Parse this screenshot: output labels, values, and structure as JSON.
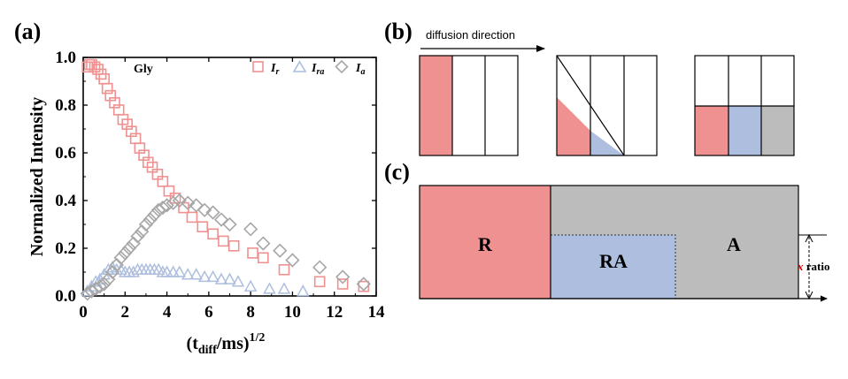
{
  "colors": {
    "r": "#ee9190",
    "ra": "#adbedf",
    "a": "#bcbcbc",
    "a_marker": "#a7a7a7",
    "dark": "#000000"
  },
  "panel_a": {
    "label": "(a)",
    "sample": "Gly",
    "legend": [
      {
        "main": "I",
        "sub": "r",
        "symbol": "square",
        "color_key": "r"
      },
      {
        "main": "I",
        "sub": "ra",
        "symbol": "triangle",
        "color_key": "ra"
      },
      {
        "main": "I",
        "sub": "a",
        "symbol": "diamond",
        "color_key": "a_marker"
      }
    ],
    "ylabel": "Normalized Intensity",
    "xlabel_prefix": "(t",
    "xlabel_sub": "diff",
    "xlabel_mid": "/ms)",
    "xlabel_sup": "1/2"
  },
  "chart_data": {
    "type": "scatter",
    "xlabel": "(t_diff/ms)^1/2",
    "ylabel": "Normalized Intensity",
    "xlim": [
      0,
      14
    ],
    "ylim": [
      0.0,
      1.0
    ],
    "xticks": [
      "0",
      "2",
      "4",
      "6",
      "8",
      "10",
      "12",
      "14"
    ],
    "yticks": [
      "0.0",
      "0.2",
      "0.4",
      "0.6",
      "0.8",
      "1.0"
    ],
    "grid": false,
    "legend_position": "top-right",
    "series": [
      {
        "name": "I_r",
        "marker": "square",
        "x": [
          0.2,
          0.3,
          0.4,
          0.55,
          0.7,
          0.85,
          1.0,
          1.15,
          1.3,
          1.5,
          1.7,
          1.9,
          2.1,
          2.3,
          2.5,
          2.7,
          2.9,
          3.1,
          3.3,
          3.55,
          3.8,
          4.1,
          4.4,
          4.8,
          5.2,
          5.7,
          6.2,
          6.7,
          7.2,
          8.1,
          8.6,
          9.6,
          11.3,
          12.4,
          13.4
        ],
        "y": [
          0.96,
          0.97,
          0.97,
          0.96,
          0.95,
          0.93,
          0.91,
          0.87,
          0.84,
          0.81,
          0.78,
          0.74,
          0.72,
          0.69,
          0.66,
          0.62,
          0.59,
          0.56,
          0.54,
          0.51,
          0.48,
          0.44,
          0.41,
          0.37,
          0.33,
          0.29,
          0.26,
          0.23,
          0.21,
          0.18,
          0.16,
          0.11,
          0.06,
          0.05,
          0.04
        ]
      },
      {
        "name": "I_ra",
        "marker": "triangle",
        "x": [
          0.2,
          0.4,
          0.6,
          0.8,
          1.0,
          1.2,
          1.4,
          1.6,
          1.8,
          2.0,
          2.2,
          2.4,
          2.6,
          2.8,
          3.0,
          3.2,
          3.4,
          3.6,
          3.8,
          4.0,
          4.3,
          4.6,
          5.0,
          5.4,
          5.8,
          6.2,
          6.6,
          7.0,
          7.4,
          8.0,
          8.9,
          9.6,
          10.5
        ],
        "y": [
          0.02,
          0.04,
          0.06,
          0.07,
          0.09,
          0.11,
          0.12,
          0.11,
          0.11,
          0.1,
          0.1,
          0.1,
          0.11,
          0.11,
          0.11,
          0.11,
          0.11,
          0.11,
          0.1,
          0.1,
          0.1,
          0.1,
          0.09,
          0.09,
          0.08,
          0.08,
          0.07,
          0.07,
          0.06,
          0.04,
          0.03,
          0.03,
          0.02
        ]
      },
      {
        "name": "I_a",
        "marker": "diamond",
        "x": [
          0.2,
          0.4,
          0.6,
          0.8,
          1.0,
          1.2,
          1.4,
          1.6,
          1.8,
          2.0,
          2.2,
          2.4,
          2.6,
          2.8,
          3.0,
          3.2,
          3.4,
          3.6,
          3.8,
          4.0,
          4.3,
          4.6,
          5.0,
          5.4,
          5.8,
          6.2,
          6.6,
          7.0,
          8.0,
          8.6,
          9.4,
          10.0,
          11.3,
          12.4,
          13.4
        ],
        "y": [
          0.01,
          0.02,
          0.03,
          0.04,
          0.05,
          0.07,
          0.1,
          0.13,
          0.16,
          0.18,
          0.2,
          0.22,
          0.25,
          0.27,
          0.3,
          0.32,
          0.34,
          0.36,
          0.37,
          0.38,
          0.39,
          0.4,
          0.39,
          0.38,
          0.36,
          0.35,
          0.32,
          0.3,
          0.28,
          0.22,
          0.19,
          0.15,
          0.12,
          0.08,
          0.05
        ]
      }
    ]
  },
  "panel_b": {
    "label": "(b)",
    "diffusion_text": "diffusion  direction"
  },
  "panel_c": {
    "label": "(c)",
    "region_r": "R",
    "region_ra": "RA",
    "region_a": "A",
    "ratio_italic": "x",
    "ratio_text": " ratio"
  }
}
